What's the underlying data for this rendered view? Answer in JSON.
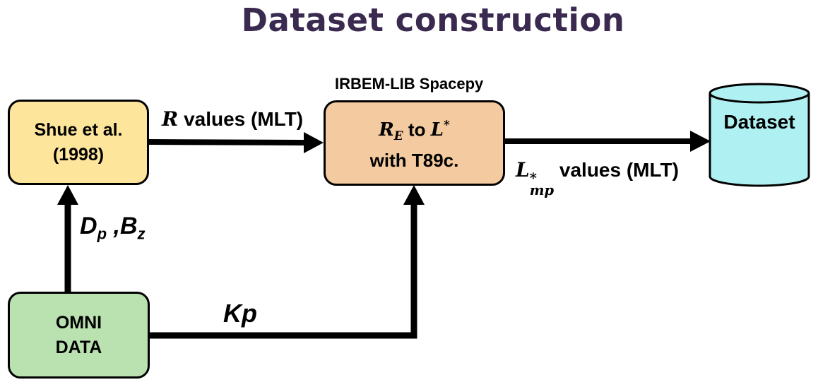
{
  "title": "Dataset construction",
  "boxes": {
    "shue": {
      "line1": "Shue et al.",
      "line2": "(1998)"
    },
    "converter": {
      "var_main": "R",
      "var_sub": "E",
      "connector": "to",
      "target_main": "L",
      "target_sup": "*",
      "line2": "with T89c."
    },
    "omni": {
      "line1": "OMNI",
      "line2": "DATA"
    },
    "dataset": {
      "label": "Dataset"
    }
  },
  "labels": {
    "irbem": "IRBEM-LIB Spacepy",
    "r_values": {
      "var": "R",
      "text": "values (MLT)"
    },
    "lmp_values": {
      "var": "L",
      "sup": "*",
      "sub": "mp",
      "text": "values (MLT)"
    },
    "dp_bz": {
      "d": "D",
      "d_sub": "p",
      "sep": ",",
      "b": "B",
      "b_sub": "z"
    },
    "kp": "Kp"
  },
  "colors": {
    "title": "#3b2a50",
    "shue_fill": "#fde59b",
    "converter_fill": "#f4cba0",
    "omni_fill": "#bae1b0",
    "dataset_fill": "#aff0f2",
    "arrow": "#000000"
  }
}
